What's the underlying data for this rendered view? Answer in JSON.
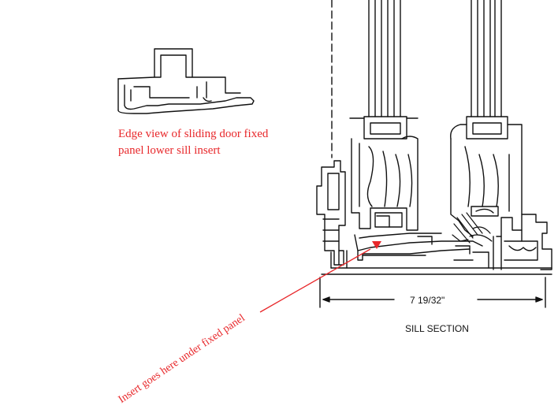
{
  "diagram": {
    "edge_view_caption_line1": "Edge view of  sliding door fixed",
    "edge_view_caption_line2": "panel lower sill insert",
    "insert_caption": "Insert goes here under fixed panel",
    "dimension_label": "7 19/32\"",
    "section_label": "SILL SECTION"
  },
  "colors": {
    "annotation": "#e8272a",
    "linework": "#111111",
    "background": "#ffffff"
  }
}
